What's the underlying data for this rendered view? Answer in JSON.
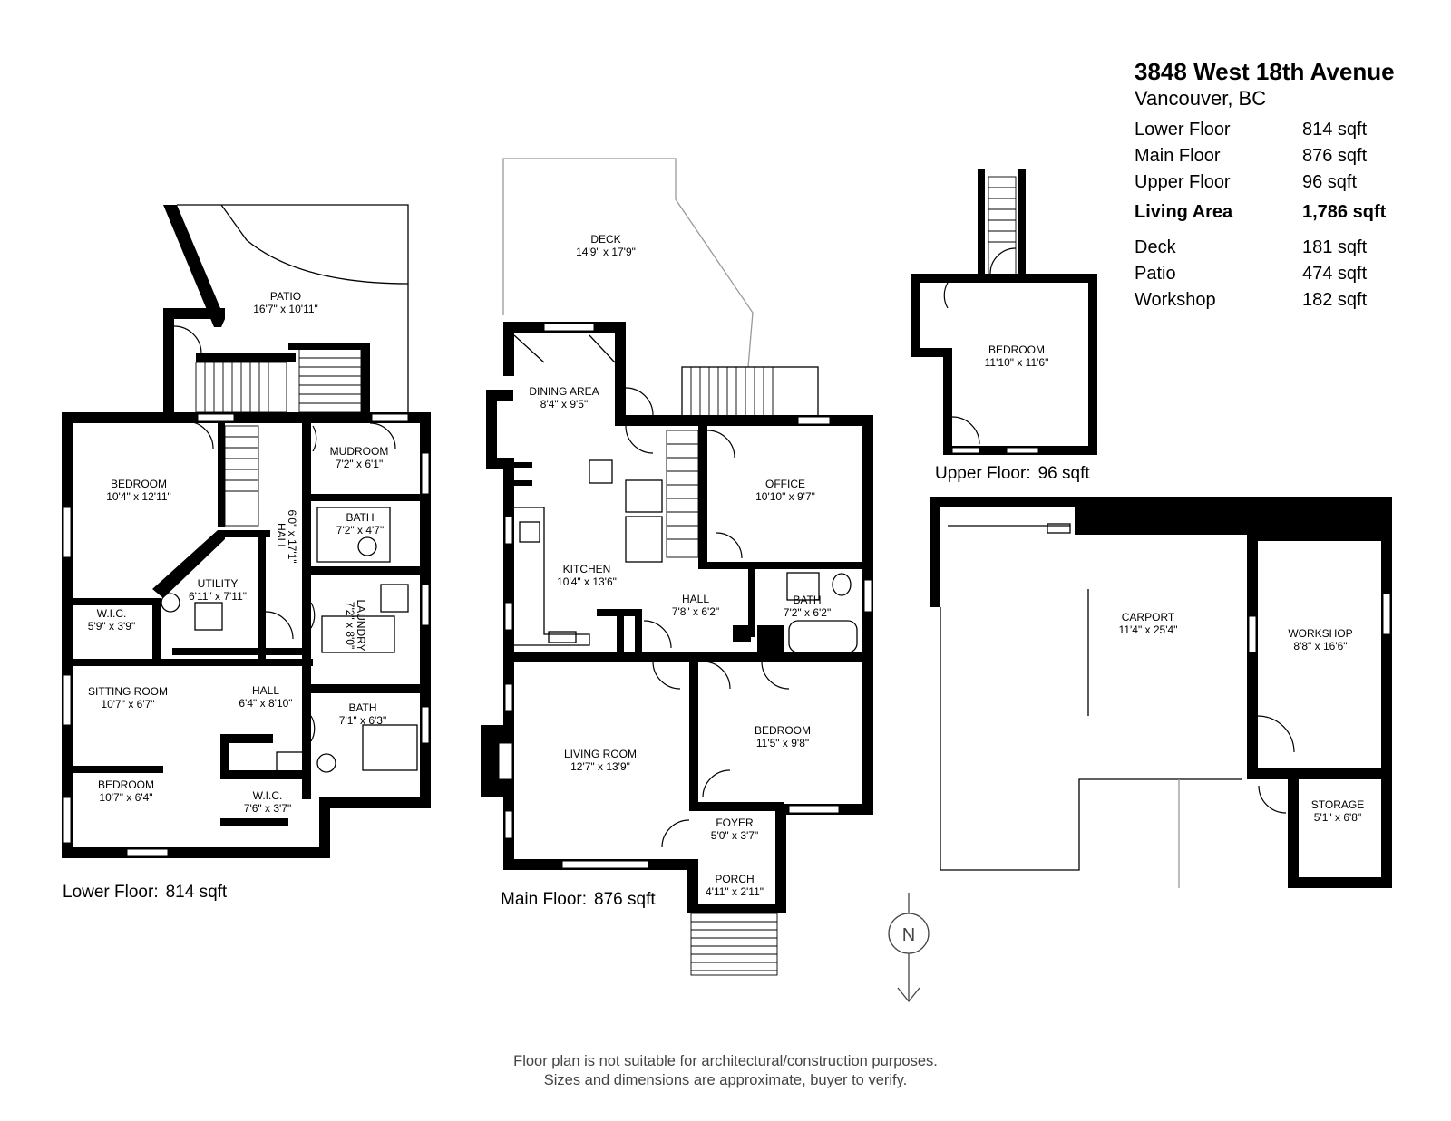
{
  "header": {
    "address": "3848 West 18th Avenue",
    "city": "Vancouver, BC",
    "areas": [
      {
        "label": "Lower Floor",
        "value": "814 sqft"
      },
      {
        "label": "Main Floor",
        "value": "876 sqft"
      },
      {
        "label": "Upper Floor",
        "value": "96 sqft"
      }
    ],
    "total": {
      "label": "Living Area",
      "value": "1,786 sqft"
    },
    "extras": [
      {
        "label": "Deck",
        "value": "181 sqft"
      },
      {
        "label": "Patio",
        "value": "474 sqft"
      },
      {
        "label": "Workshop",
        "value": "182 sqft"
      }
    ]
  },
  "floors": {
    "lower": {
      "label": "Lower Floor:",
      "area": "814 sqft",
      "rooms": {
        "patio": {
          "name": "PATIO",
          "dims": "16'7\" x 10'11\""
        },
        "bedroom1": {
          "name": "BEDROOM",
          "dims": "10'4\" x 12'11\""
        },
        "mudroom": {
          "name": "MUDROOM",
          "dims": "7'2\" x 6'1\""
        },
        "hall1": {
          "name": "HALL",
          "dims": "6'0\" x 17'1\""
        },
        "bath1": {
          "name": "BATH",
          "dims": "7'2\" x 4'7\""
        },
        "utility": {
          "name": "UTILITY",
          "dims": "6'11\" x 7'11\""
        },
        "laundry": {
          "name": "LAUNDRY",
          "dims": "7'2\" x 8'0\""
        },
        "wic1": {
          "name": "W.I.C.",
          "dims": "5'9\" x 3'9\""
        },
        "sitting": {
          "name": "SITTING ROOM",
          "dims": "10'7\" x 6'7\""
        },
        "hall2": {
          "name": "HALL",
          "dims": "6'4\" x 8'10\""
        },
        "bath2": {
          "name": "BATH",
          "dims": "7'1\" x 6'3\""
        },
        "bedroom2": {
          "name": "BEDROOM",
          "dims": "10'7\" x 6'4\""
        },
        "wic2": {
          "name": "W.I.C.",
          "dims": "7'6\" x 3'7\""
        }
      }
    },
    "main": {
      "label": "Main Floor:",
      "area": "876 sqft",
      "rooms": {
        "deck": {
          "name": "DECK",
          "dims": "14'9\" x 17'9\""
        },
        "dining": {
          "name": "DINING AREA",
          "dims": "8'4\" x 9'5\""
        },
        "office": {
          "name": "OFFICE",
          "dims": "10'10\" x 9'7\""
        },
        "kitchen": {
          "name": "KITCHEN",
          "dims": "10'4\" x 13'6\""
        },
        "hall": {
          "name": "HALL",
          "dims": "7'8\" x 6'2\""
        },
        "bath": {
          "name": "BATH",
          "dims": "7'2\" x 6'2\""
        },
        "living": {
          "name": "LIVING ROOM",
          "dims": "12'7\" x 13'9\""
        },
        "bedroom": {
          "name": "BEDROOM",
          "dims": "11'5\" x 9'8\""
        },
        "foyer": {
          "name": "FOYER",
          "dims": "5'0\" x 3'7\""
        },
        "porch": {
          "name": "PORCH",
          "dims": "4'11\" x 2'11\""
        }
      }
    },
    "upper": {
      "label": "Upper Floor:",
      "area": "96 sqft",
      "rooms": {
        "bedroom": {
          "name": "BEDROOM",
          "dims": "11'10\" x 11'6\""
        }
      }
    },
    "outbuilding": {
      "rooms": {
        "carport": {
          "name": "CARPORT",
          "dims": "11'4\" x 25'4\""
        },
        "workshop": {
          "name": "WORKSHOP",
          "dims": "8'8\" x 16'6\""
        },
        "storage": {
          "name": "STORAGE",
          "dims": "5'1\" x 6'8\""
        }
      }
    }
  },
  "compass": {
    "label": "N"
  },
  "disclaimer": {
    "line1": "Floor plan is not suitable for architectural/construction purposes.",
    "line2": "Sizes and dimensions are approximate, buyer to verify."
  }
}
